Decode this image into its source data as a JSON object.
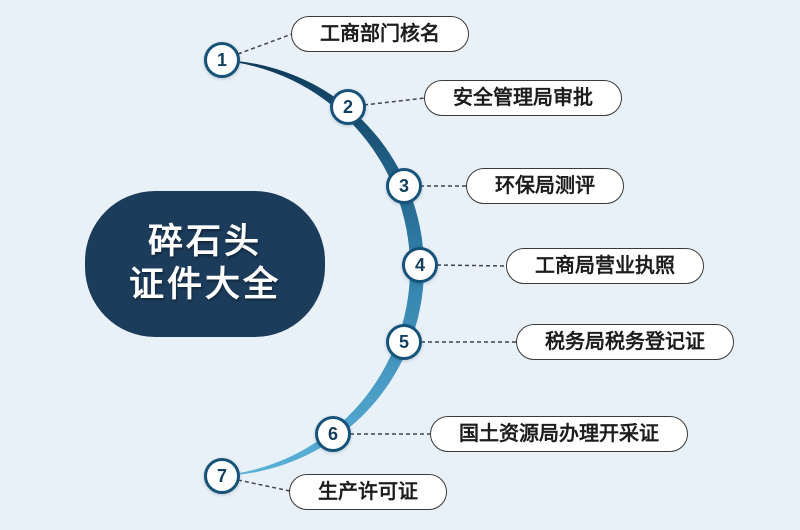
{
  "title": {
    "line1": "碎石头",
    "line2": "证件大全"
  },
  "steps": [
    {
      "number": "1",
      "label": "工商部门核名"
    },
    {
      "number": "2",
      "label": "安全管理局审批"
    },
    {
      "number": "3",
      "label": "环保局测评"
    },
    {
      "number": "4",
      "label": "工商局营业执照"
    },
    {
      "number": "5",
      "label": "税务局税务登记证"
    },
    {
      "number": "6",
      "label": "国土资源局办理开采证"
    },
    {
      "number": "7",
      "label": "生产许可证"
    }
  ],
  "colors": {
    "background": "#e9f1f8",
    "arc_gradient_top": "#0e3a58",
    "arc_gradient_mid": "#2e7ba6",
    "arc_gradient_bottom": "#5ab1d8",
    "title_blob": "#1c3c5b",
    "circle_border": "#16527a",
    "number_text": "#123f5e",
    "label_border": "#3a3a3a",
    "label_text": "#1d1d1d",
    "connector_line": "#444444"
  }
}
